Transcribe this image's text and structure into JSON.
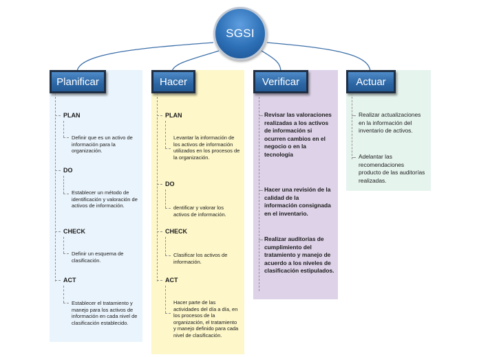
{
  "root": {
    "label": "SGSI"
  },
  "branches": [
    {
      "title": "Planificar",
      "sections": [
        {
          "label": "PLAN",
          "description": "Definir que es un activo de información para la organización."
        },
        {
          "label": "DO",
          "description": "Establecer un método de identificación y valoración de activos de información."
        },
        {
          "label": "CHECK",
          "description": "Definir un esquema de clasificación."
        },
        {
          "label": "ACT",
          "description": "Establecer el tratamiento y manejo para los activos de información en cada nivel de clasificación establecido."
        }
      ]
    },
    {
      "title": "Hacer",
      "sections": [
        {
          "label": "PLAN",
          "description": "Levantar la información de los activos de información utilizados en los procesos de la organización."
        },
        {
          "label": "DO",
          "description": "dentificar y valorar los activos de información."
        },
        {
          "label": "CHECK",
          "description": "Clasificar los activos de información."
        },
        {
          "label": "ACT",
          "description": "Hacer parte de las actividades del día a día, en los procesos de la organización, el tratamiento y manejo definido para cada nivel de clasificación."
        }
      ]
    },
    {
      "title": "Verificar",
      "items": [
        "Revisar las valoraciones realizadas a los activos de información si ocurren cambios en el negocio o en la tecnología",
        "Hacer una revisión de la calidad de la información consignada en el inventario.",
        "Realizar auditorías de cumplimiento del tratamiento y manejo de acuerdo a los niveles de clasificación estipulados."
      ]
    },
    {
      "title": "Actuar",
      "items": [
        "Realizar actualizaciones en la información del inventario de activos.",
        "Adelantar las recomendaciones producto de las auditorías realizadas."
      ]
    }
  ],
  "colors": {
    "node_blue": "#2c66a5",
    "planificar_panel": "#eaf4fc",
    "hacer_panel": "#fdf7c9",
    "verificar_panel": "#ddd2e8",
    "actuar_panel": "#e6f4ee"
  }
}
